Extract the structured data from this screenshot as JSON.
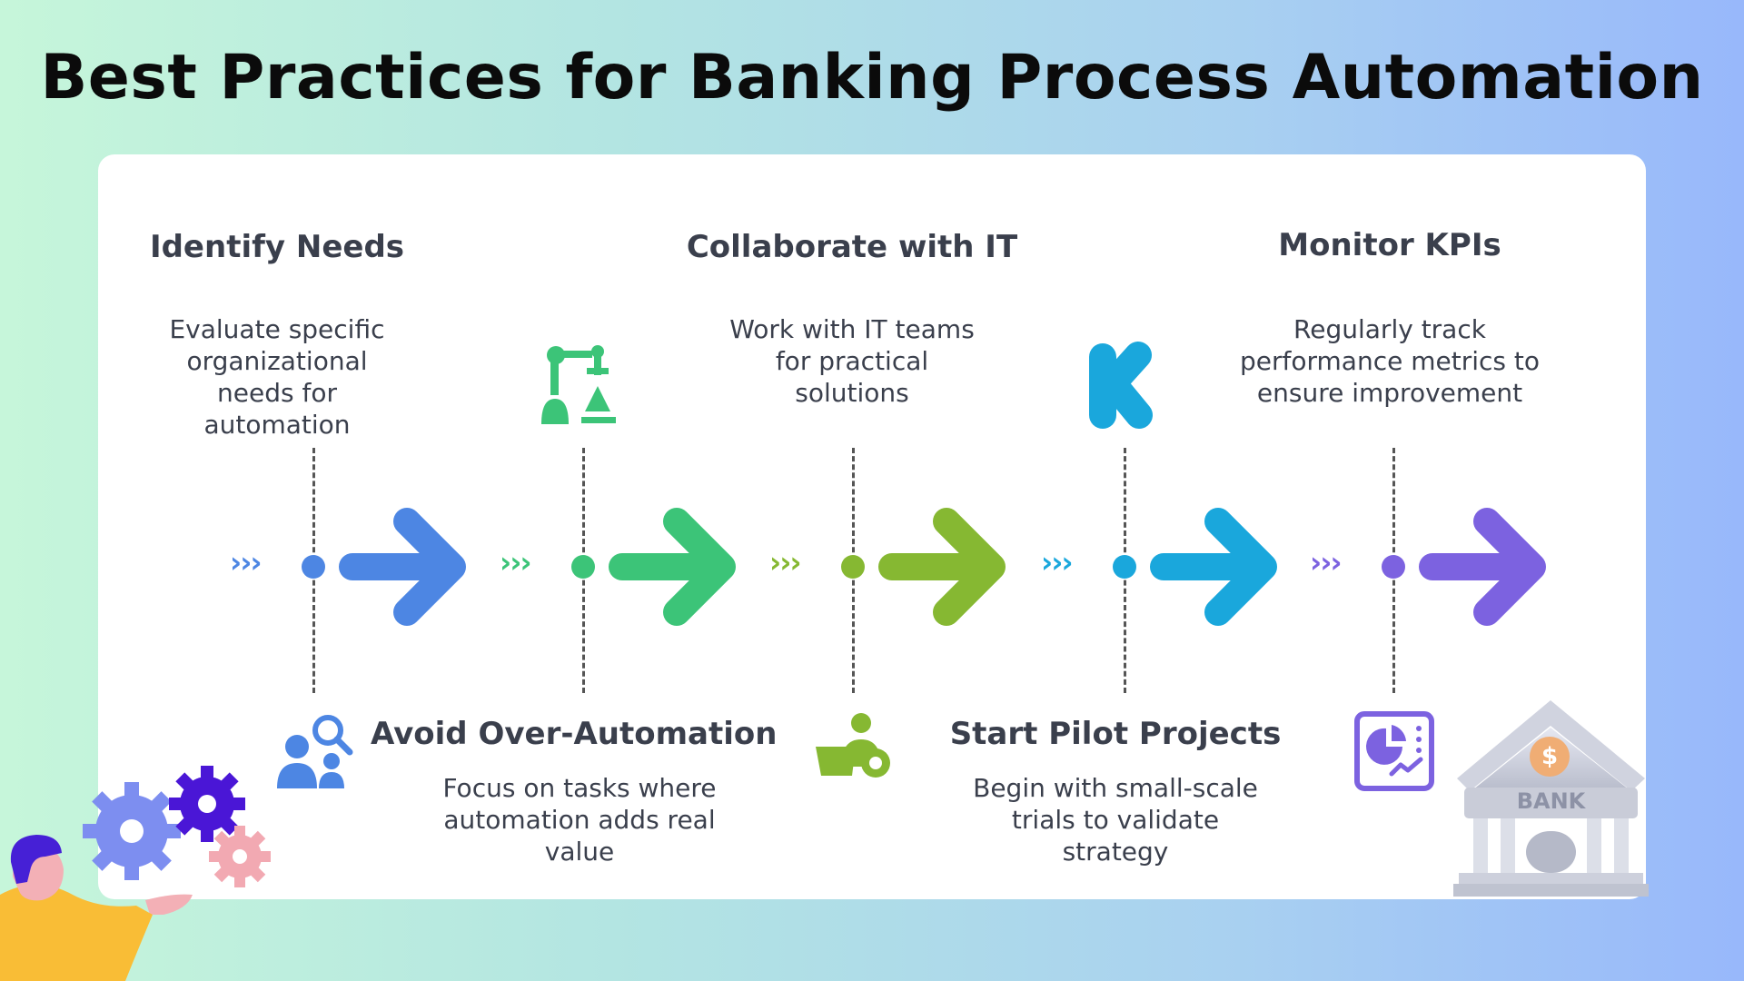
{
  "title": "Best Practices for Banking Process Automation",
  "steps": [
    {
      "heading": "Identify Needs",
      "description": "Evaluate specific organizational needs for automation",
      "color": "#4d86e3",
      "icon": "team-search-icon"
    },
    {
      "heading": "Avoid Over-Automation",
      "description": "Focus on tasks where automation adds real value",
      "color": "#3cc478",
      "icon": "robot-arm-icon"
    },
    {
      "heading": "Collaborate with IT",
      "description": "Work with IT teams for practical solutions",
      "color": "#86b832",
      "icon": "person-laptop-icon"
    },
    {
      "heading": "Start Pilot Projects",
      "description": "Begin with small-scale trials to validate strategy",
      "color": "#1aa7dc",
      "icon": "kickstarter-icon"
    },
    {
      "heading": "Monitor KPIs",
      "description": "Regularly track performance metrics to ensure improvement",
      "color": "#7c62e0",
      "icon": "dashboard-chart-icon"
    }
  ],
  "bank": {
    "label": "BANK",
    "coin_symbol": "$"
  }
}
